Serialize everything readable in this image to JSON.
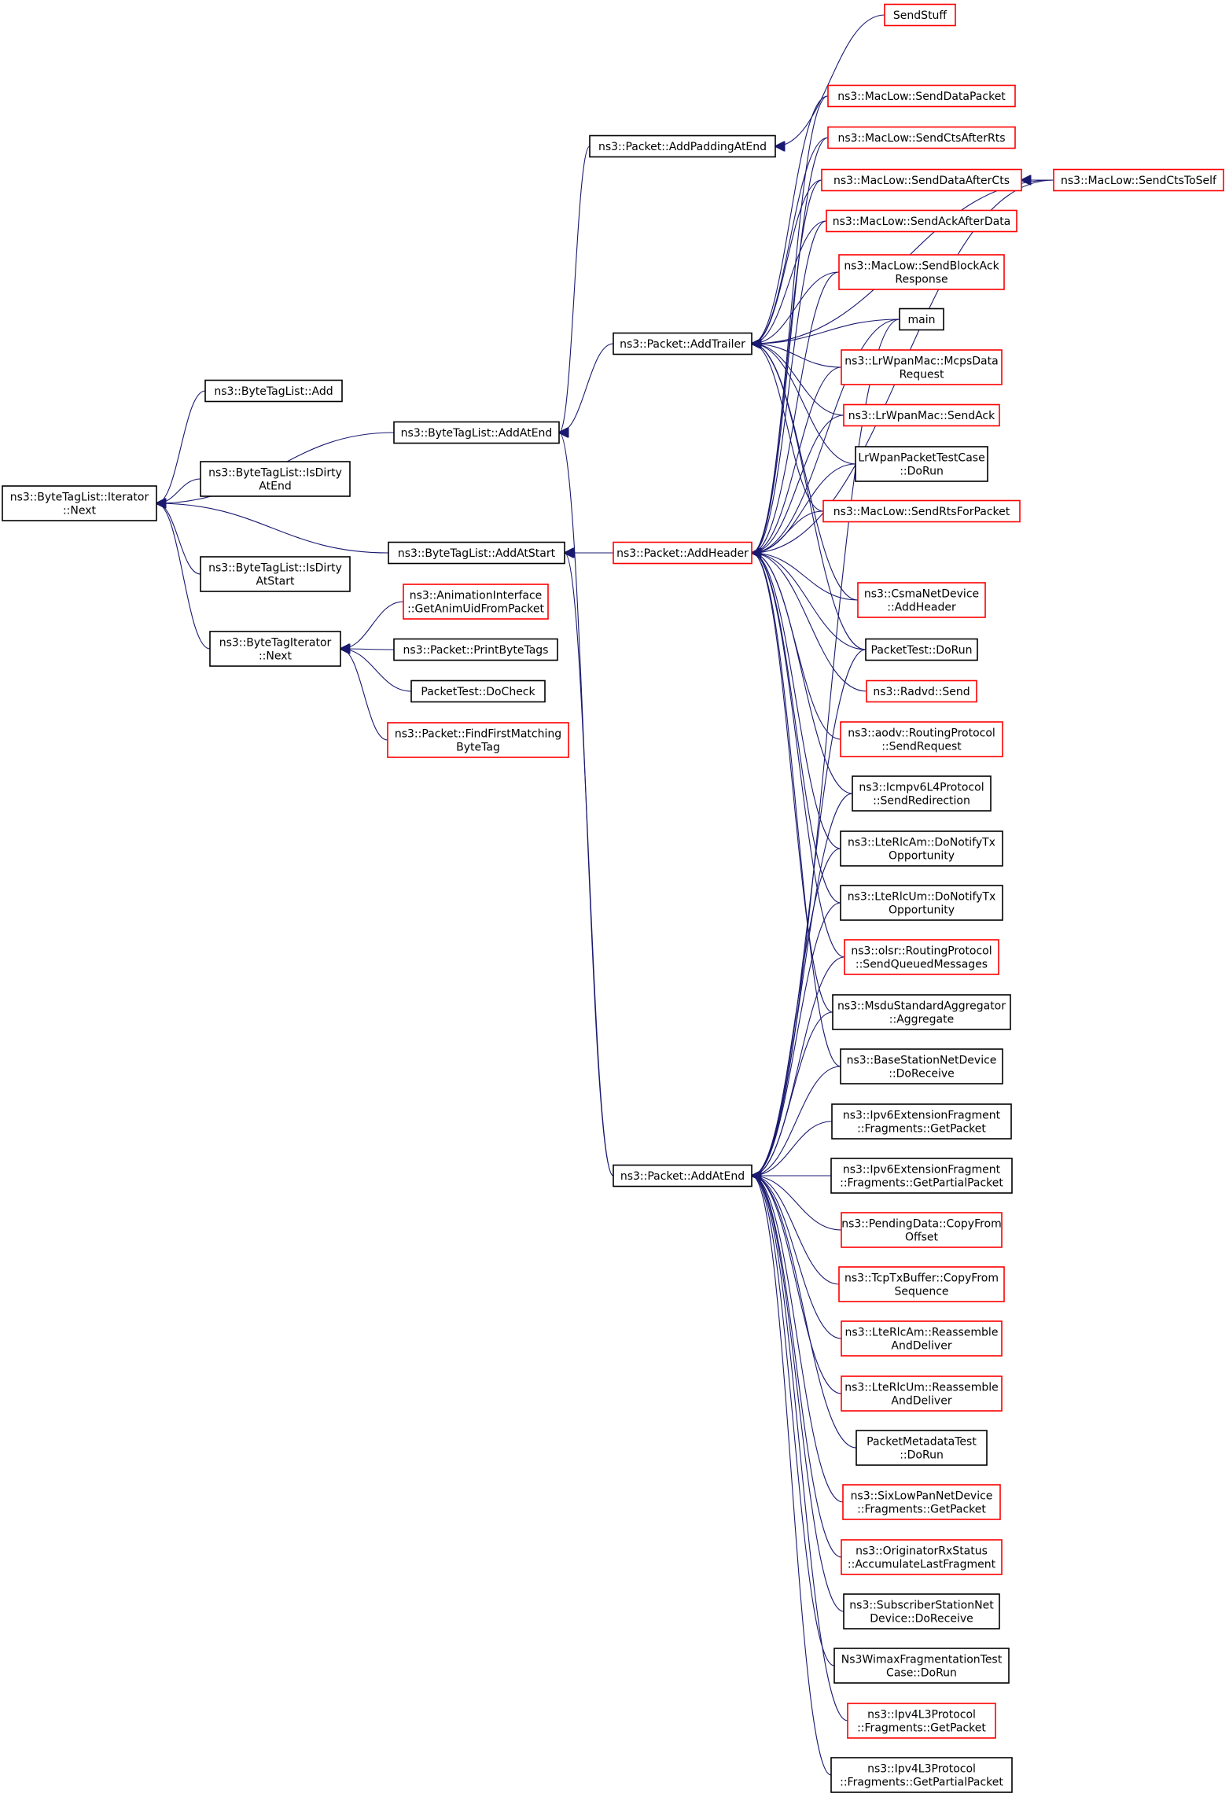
{
  "colors": {
    "edge": "#191970",
    "border_normal": "#000000",
    "border_red": "#ff0000",
    "focus_fill": "#bfbfbf",
    "text": "#000000"
  },
  "nodes": [
    {
      "id": "n0",
      "lines": [
        "ns3::ByteTagList::Iterator",
        "::Next"
      ],
      "style": "focus"
    },
    {
      "id": "n1",
      "lines": [
        "ns3::ByteTagList::Add"
      ],
      "style": "black"
    },
    {
      "id": "n2",
      "lines": [
        "ns3::ByteTagList::AddAtEnd"
      ],
      "style": "black"
    },
    {
      "id": "n3",
      "lines": [
        "ns3::ByteTagList::IsDirty",
        "AtEnd"
      ],
      "style": "black"
    },
    {
      "id": "n4",
      "lines": [
        "ns3::ByteTagList::AddAtStart"
      ],
      "style": "black"
    },
    {
      "id": "n5",
      "lines": [
        "ns3::ByteTagList::IsDirty",
        "AtStart"
      ],
      "style": "black"
    },
    {
      "id": "n6",
      "lines": [
        "ns3::ByteTagIterator",
        "::Next"
      ],
      "style": "black"
    },
    {
      "id": "n7",
      "lines": [
        "ns3::AnimationInterface",
        "::GetAnimUidFromPacket"
      ],
      "style": "red"
    },
    {
      "id": "n8",
      "lines": [
        "ns3::Packet::PrintByteTags"
      ],
      "style": "black"
    },
    {
      "id": "n9",
      "lines": [
        "PacketTest::DoCheck"
      ],
      "style": "black"
    },
    {
      "id": "n10",
      "lines": [
        "ns3::Packet::FindFirstMatching",
        "ByteTag"
      ],
      "style": "red"
    },
    {
      "id": "n11",
      "lines": [
        "ns3::Packet::AddPaddingAtEnd"
      ],
      "style": "black"
    },
    {
      "id": "n12",
      "lines": [
        "SendStuff"
      ],
      "style": "red"
    },
    {
      "id": "n13",
      "lines": [
        "ns3::Packet::AddTrailer"
      ],
      "style": "black"
    },
    {
      "id": "n14",
      "lines": [
        "ns3::Packet::AddHeader"
      ],
      "style": "red"
    },
    {
      "id": "n15",
      "lines": [
        "ns3::Packet::AddAtEnd"
      ],
      "style": "black"
    },
    {
      "id": "n16",
      "lines": [
        "ns3::MacLow::SendDataPacket"
      ],
      "style": "red"
    },
    {
      "id": "n17",
      "lines": [
        "ns3::MacLow::SendCtsAfterRts"
      ],
      "style": "red"
    },
    {
      "id": "n18",
      "lines": [
        "ns3::MacLow::SendDataAfterCts"
      ],
      "style": "red"
    },
    {
      "id": "n19",
      "lines": [
        "ns3::MacLow::SendCtsToSelf"
      ],
      "style": "red"
    },
    {
      "id": "n20",
      "lines": [
        "ns3::MacLow::SendAckAfterData"
      ],
      "style": "red"
    },
    {
      "id": "n21",
      "lines": [
        "ns3::MacLow::SendBlockAck",
        "Response"
      ],
      "style": "red"
    },
    {
      "id": "n22",
      "lines": [
        "main"
      ],
      "style": "black"
    },
    {
      "id": "n23",
      "lines": [
        "ns3::LrWpanMac::McpsData",
        "Request"
      ],
      "style": "red"
    },
    {
      "id": "n24",
      "lines": [
        "ns3::LrWpanMac::SendAck"
      ],
      "style": "red"
    },
    {
      "id": "n25",
      "lines": [
        "LrWpanPacketTestCase",
        "::DoRun"
      ],
      "style": "black"
    },
    {
      "id": "n26",
      "lines": [
        "ns3::MacLow::SendRtsForPacket"
      ],
      "style": "red"
    },
    {
      "id": "n27",
      "lines": [
        "ns3::CsmaNetDevice",
        "::AddHeader"
      ],
      "style": "red"
    },
    {
      "id": "n28",
      "lines": [
        "PacketTest::DoRun"
      ],
      "style": "black"
    },
    {
      "id": "n29",
      "lines": [
        "ns3::Radvd::Send"
      ],
      "style": "red"
    },
    {
      "id": "n30",
      "lines": [
        "ns3::aodv::RoutingProtocol",
        "::SendRequest"
      ],
      "style": "red"
    },
    {
      "id": "n31",
      "lines": [
        "ns3::Icmpv6L4Protocol",
        "::SendRedirection"
      ],
      "style": "black"
    },
    {
      "id": "n32",
      "lines": [
        "ns3::LteRlcAm::DoNotifyTx",
        "Opportunity"
      ],
      "style": "black"
    },
    {
      "id": "n33",
      "lines": [
        "ns3::LteRlcUm::DoNotifyTx",
        "Opportunity"
      ],
      "style": "black"
    },
    {
      "id": "n34",
      "lines": [
        "ns3::olsr::RoutingProtocol",
        "::SendQueuedMessages"
      ],
      "style": "red"
    },
    {
      "id": "n35",
      "lines": [
        "ns3::MsduStandardAggregator",
        "::Aggregate"
      ],
      "style": "black"
    },
    {
      "id": "n36",
      "lines": [
        "ns3::BaseStationNetDevice",
        "::DoReceive"
      ],
      "style": "black"
    },
    {
      "id": "n37",
      "lines": [
        "ns3::Ipv6ExtensionFragment",
        "::Fragments::GetPacket"
      ],
      "style": "black"
    },
    {
      "id": "n38",
      "lines": [
        "ns3::Ipv6ExtensionFragment",
        "::Fragments::GetPartialPacket"
      ],
      "style": "black"
    },
    {
      "id": "n39",
      "lines": [
        "ns3::PendingData::CopyFrom",
        "Offset"
      ],
      "style": "red"
    },
    {
      "id": "n40",
      "lines": [
        "ns3::TcpTxBuffer::CopyFrom",
        "Sequence"
      ],
      "style": "red"
    },
    {
      "id": "n41",
      "lines": [
        "ns3::LteRlcAm::Reassemble",
        "AndDeliver"
      ],
      "style": "red"
    },
    {
      "id": "n42",
      "lines": [
        "ns3::LteRlcUm::Reassemble",
        "AndDeliver"
      ],
      "style": "red"
    },
    {
      "id": "n43",
      "lines": [
        "PacketMetadataTest",
        "::DoRun"
      ],
      "style": "black"
    },
    {
      "id": "n44",
      "lines": [
        "ns3::SixLowPanNetDevice",
        "::Fragments::GetPacket"
      ],
      "style": "red"
    },
    {
      "id": "n45",
      "lines": [
        "ns3::OriginatorRxStatus",
        "::AccumulateLastFragment"
      ],
      "style": "red"
    },
    {
      "id": "n46",
      "lines": [
        "ns3::SubscriberStationNet",
        "Device::DoReceive"
      ],
      "style": "black"
    },
    {
      "id": "n47",
      "lines": [
        "Ns3WimaxFragmentationTest",
        "Case::DoRun"
      ],
      "style": "black"
    },
    {
      "id": "n48",
      "lines": [
        "ns3::Ipv4L3Protocol",
        "::Fragments::GetPacket"
      ],
      "style": "red"
    },
    {
      "id": "n49",
      "lines": [
        "ns3::Ipv4L3Protocol",
        "::Fragments::GetPartialPacket"
      ],
      "style": "black"
    }
  ],
  "edges": [
    [
      "n1",
      "n0"
    ],
    [
      "n2",
      "n0"
    ],
    [
      "n3",
      "n0"
    ],
    [
      "n4",
      "n0"
    ],
    [
      "n5",
      "n0"
    ],
    [
      "n6",
      "n0"
    ],
    [
      "n11",
      "n2"
    ],
    [
      "n13",
      "n2"
    ],
    [
      "n15",
      "n2"
    ],
    [
      "n14",
      "n4"
    ],
    [
      "n15",
      "n4"
    ],
    [
      "n7",
      "n6"
    ],
    [
      "n8",
      "n6"
    ],
    [
      "n9",
      "n6"
    ],
    [
      "n10",
      "n6"
    ],
    [
      "n12",
      "n11"
    ],
    [
      "n16",
      "n13"
    ],
    [
      "n17",
      "n13"
    ],
    [
      "n18",
      "n13"
    ],
    [
      "n20",
      "n13"
    ],
    [
      "n21",
      "n13"
    ],
    [
      "n22",
      "n13"
    ],
    [
      "n23",
      "n13"
    ],
    [
      "n24",
      "n13"
    ],
    [
      "n25",
      "n13"
    ],
    [
      "n26",
      "n13"
    ],
    [
      "n27",
      "n13"
    ],
    [
      "n28",
      "n13"
    ],
    [
      "n19",
      "n13"
    ],
    [
      "n16",
      "n14"
    ],
    [
      "n17",
      "n14"
    ],
    [
      "n18",
      "n14"
    ],
    [
      "n20",
      "n14"
    ],
    [
      "n21",
      "n14"
    ],
    [
      "n22",
      "n14"
    ],
    [
      "n23",
      "n14"
    ],
    [
      "n24",
      "n14"
    ],
    [
      "n25",
      "n14"
    ],
    [
      "n26",
      "n14"
    ],
    [
      "n19",
      "n14"
    ],
    [
      "n27",
      "n14"
    ],
    [
      "n28",
      "n14"
    ],
    [
      "n29",
      "n14"
    ],
    [
      "n30",
      "n14"
    ],
    [
      "n31",
      "n14"
    ],
    [
      "n32",
      "n14"
    ],
    [
      "n33",
      "n14"
    ],
    [
      "n34",
      "n14"
    ],
    [
      "n35",
      "n14"
    ],
    [
      "n36",
      "n14"
    ],
    [
      "n19",
      "n18"
    ],
    [
      "n22",
      "n15"
    ],
    [
      "n28",
      "n15"
    ],
    [
      "n31",
      "n15"
    ],
    [
      "n32",
      "n15"
    ],
    [
      "n33",
      "n15"
    ],
    [
      "n34",
      "n15"
    ],
    [
      "n35",
      "n15"
    ],
    [
      "n36",
      "n15"
    ],
    [
      "n37",
      "n15"
    ],
    [
      "n38",
      "n15"
    ],
    [
      "n39",
      "n15"
    ],
    [
      "n40",
      "n15"
    ],
    [
      "n41",
      "n15"
    ],
    [
      "n42",
      "n15"
    ],
    [
      "n43",
      "n15"
    ],
    [
      "n44",
      "n15"
    ],
    [
      "n45",
      "n15"
    ],
    [
      "n46",
      "n15"
    ],
    [
      "n47",
      "n15"
    ],
    [
      "n48",
      "n15"
    ],
    [
      "n49",
      "n15"
    ]
  ]
}
